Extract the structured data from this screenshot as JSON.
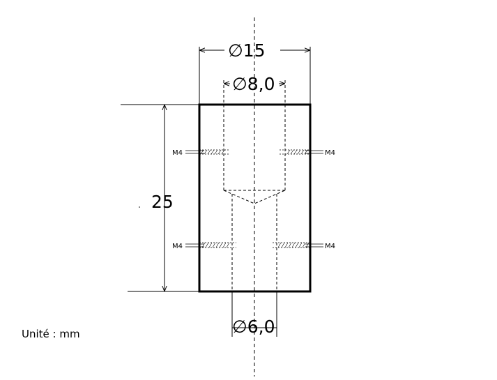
{
  "drawing": {
    "outer_diameter": "∅15",
    "bore_diameter_top": "∅8,0",
    "bore_diameter_bottom": "∅6,0",
    "height": "25",
    "thread_labels": [
      "M4",
      "M4",
      "M4",
      "M4"
    ],
    "unit_note": "Unité : mm"
  }
}
